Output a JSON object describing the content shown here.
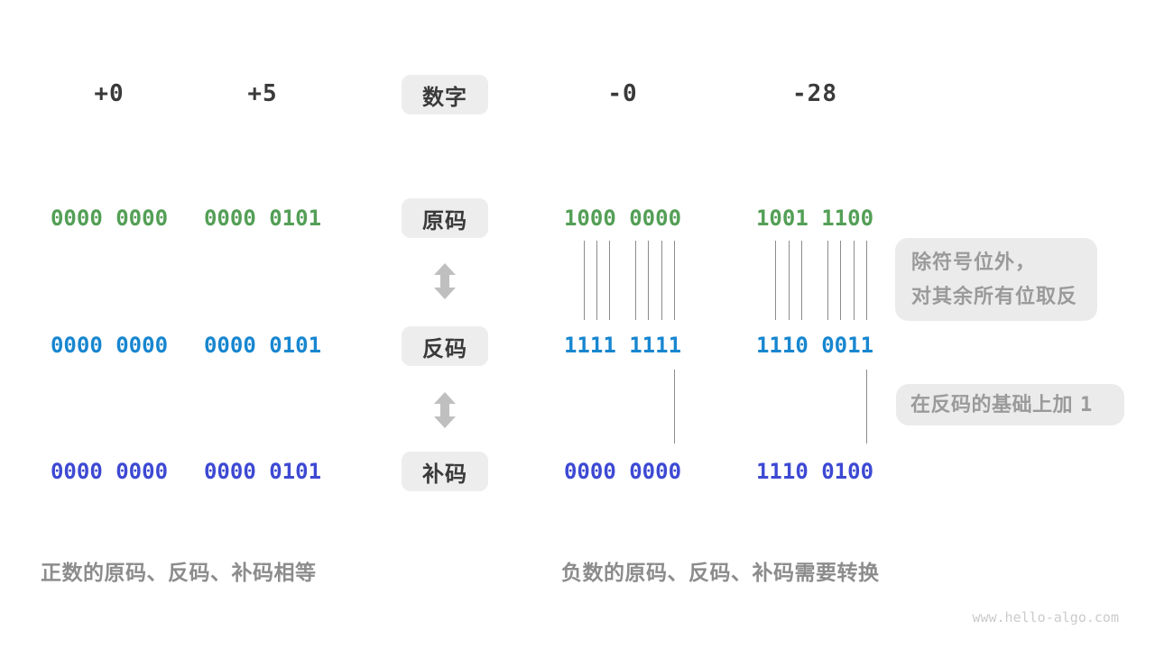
{
  "figure": {
    "watermark": "www.hello-algo.com"
  },
  "colors": {
    "sign_magnitude_green": "#539f56",
    "ones_complement_blue": "#1786d0",
    "twos_complement_indigo": "#3d49d3",
    "badge_background": "#ededed",
    "note_background": "#ebebeb",
    "note_text": "#9a9a9a",
    "caption_text": "#8c8c8c",
    "header_text": "#3a3a3a",
    "arrow_gray": "#bfbfbf",
    "line_gray": "#8c8c8c"
  },
  "header": {
    "badge": "数字",
    "values": [
      "+0",
      "+5",
      "-0",
      "-28"
    ]
  },
  "rows": [
    {
      "name": "sign-magnitude",
      "badge": "原码",
      "values": [
        "0000 0000",
        "0000 0101",
        "1000 0000",
        "1001 1100"
      ]
    },
    {
      "name": "ones-complement",
      "badge": "反码",
      "values": [
        "0000 0000",
        "0000 0101",
        "1111 1111",
        "1110 0011"
      ]
    },
    {
      "name": "twos-complement",
      "badge": "补码",
      "values": [
        "0000 0000",
        "0000 0101",
        "0000 0000",
        "1110 0100"
      ]
    }
  ],
  "annotations": {
    "invert_line1": "除符号位外，",
    "invert_line2": "对其余所有位取反",
    "add_one_prefix": "在反码的基础上加",
    "add_one_value": "1"
  },
  "captions": {
    "positive": "正数的原码、反码、补码相等",
    "negative": "负数的原码、反码、补码需要转换"
  }
}
